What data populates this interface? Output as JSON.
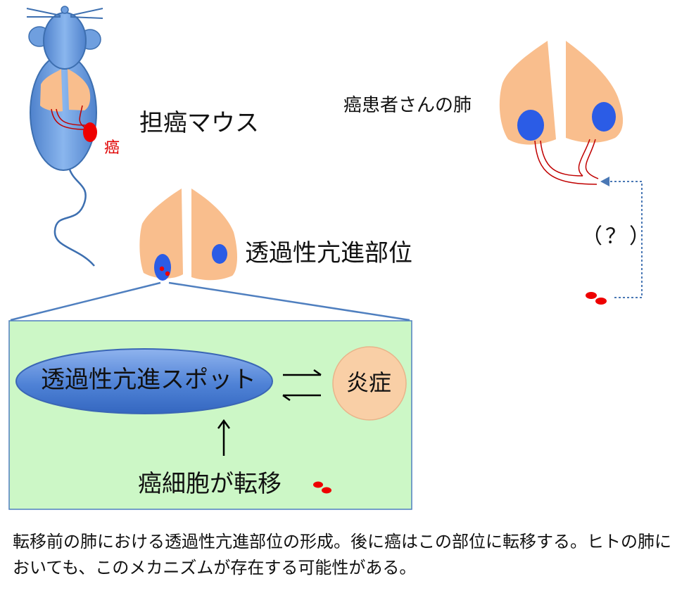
{
  "labels": {
    "mouse": "担癌マウス",
    "tumor": "癌",
    "patient_lung": "癌患者さんの肺",
    "hyperpermeable_site": "透過性亢進部位",
    "question": "（？）",
    "hyperpermeable_spot": "透過性亢進スポット",
    "inflammation": "炎症",
    "metastasis": "癌細胞が転移"
  },
  "caption": "転移前の肺における透過性亢進部位の形成。後に癌はこの部位に転移する。ヒトの肺においても、このメカニズムが存在する可能性がある。",
  "colors": {
    "mouse_body": "#6f9fdf",
    "mouse_outline": "#3d6fb0",
    "lung": "#f9be8d",
    "spot_blue": "#2b5ce6",
    "tumor_red": "#ee0000",
    "vessel": "#c00000",
    "panel_fill": "#ccf7c6",
    "panel_border": "#4f7fbf",
    "inflammation_fill": "#f9cfa6",
    "dotted_arrow": "#4a78b5"
  }
}
